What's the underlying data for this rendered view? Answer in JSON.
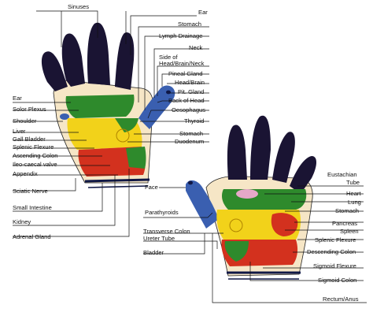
{
  "left_hand": {
    "labels": {
      "sinuses": "Sinuses",
      "ear_top": "Ear",
      "stomach_top": "Stomach",
      "lymph_drainage": "Lymph Drainage",
      "neck": "Neck",
      "side_of_head_line1": "Side of",
      "side_of_head_line2": "Head/Brain/Neck",
      "pineal_gland": "Pineal Gland",
      "head_brain": "Head/Brain",
      "pit_gland": "Pit. Gland",
      "back_of_head": "Back of Head",
      "oesophagus": "Oesophagus",
      "thyroid": "Thyroid",
      "stomach": "Stomach",
      "duodenum": "Duodenum",
      "ear": "Ear",
      "solar_plexus": "Solor Plexus",
      "shoulder": "Shoulder",
      "liver": "Liver",
      "gall_bladder": "Gall Bladder",
      "splenic_flexure": "Splenic Flexure",
      "ascending_colon": "Ascending Colon",
      "ileo_caecal_valve": "Ileo-caecal valve",
      "appendix": "Appendix",
      "sciatic_nerve": "Sciatic Nerve",
      "small_intestine": "Small Intestine",
      "kidney": "Kidney",
      "adrenal_gland": "Adrenal Gland"
    }
  },
  "right_hand": {
    "labels": {
      "face": "Face",
      "parathyroids": "Parathyroids",
      "transverse_colon": "Transverse Colon",
      "ureter_tube": "Ureter Tube",
      "bladder": "Bladder",
      "eustachian_line1": "Eustachian",
      "eustachian_line2": "Tube",
      "heart": "Heart",
      "lung": "Lung",
      "stomach": "Stomach",
      "pancreas": "Pancreas",
      "spleen": "Spleen",
      "splenic_flexure": "Splenic Flexure",
      "descending_colon": "Descending Colon",
      "sigmoid_flexure": "Sigmoid Flexure",
      "sigmoid_colon": "Sigmoid Colon",
      "rectum_anus": "Rectum/Anus"
    }
  },
  "colors": {
    "fingers": "#1a1433",
    "thumb_blue": "#3a5fb0",
    "skin": "#f6e6c6",
    "green": "#2e8a2c",
    "yellow": "#f2d21a",
    "red": "#d3311e",
    "navy_line": "#101846",
    "pink": "#e6a8c8"
  }
}
